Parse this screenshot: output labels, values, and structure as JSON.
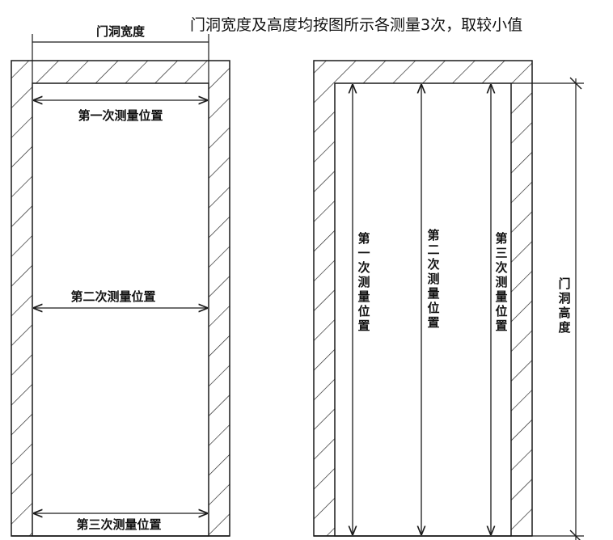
{
  "title": "门洞宽度及高度均按图所示各测量3次，取较小值",
  "width_diagram": {
    "dimension_label": "门洞宽度",
    "measurements": [
      {
        "label": "第一次测量位置"
      },
      {
        "label": "第二次测量位置"
      },
      {
        "label": "第三次测量位置"
      }
    ]
  },
  "height_diagram": {
    "dimension_label": "门洞高度",
    "measurements": [
      {
        "label": "第一次测量位置"
      },
      {
        "label": "第二次测量位置"
      },
      {
        "label": "第三次测量位置"
      }
    ]
  },
  "colors": {
    "line": "#1a1a1a",
    "background": "#ffffff"
  }
}
